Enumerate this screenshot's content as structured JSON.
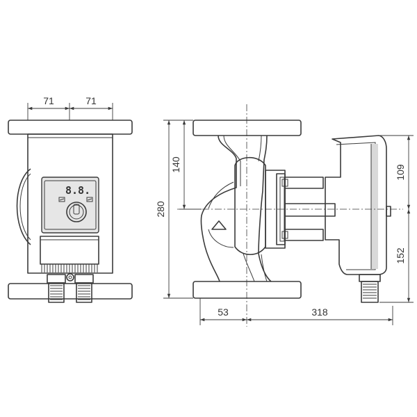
{
  "front_view": {
    "dim_left": "71",
    "dim_right": "71",
    "display_text": "8.8."
  },
  "side_view": {
    "dim_overall_height": "280",
    "dim_upper_height": "140",
    "dim_motor_top": "109",
    "dim_motor_bottom": "152",
    "dim_left_length": "53",
    "dim_right_length": "318"
  }
}
